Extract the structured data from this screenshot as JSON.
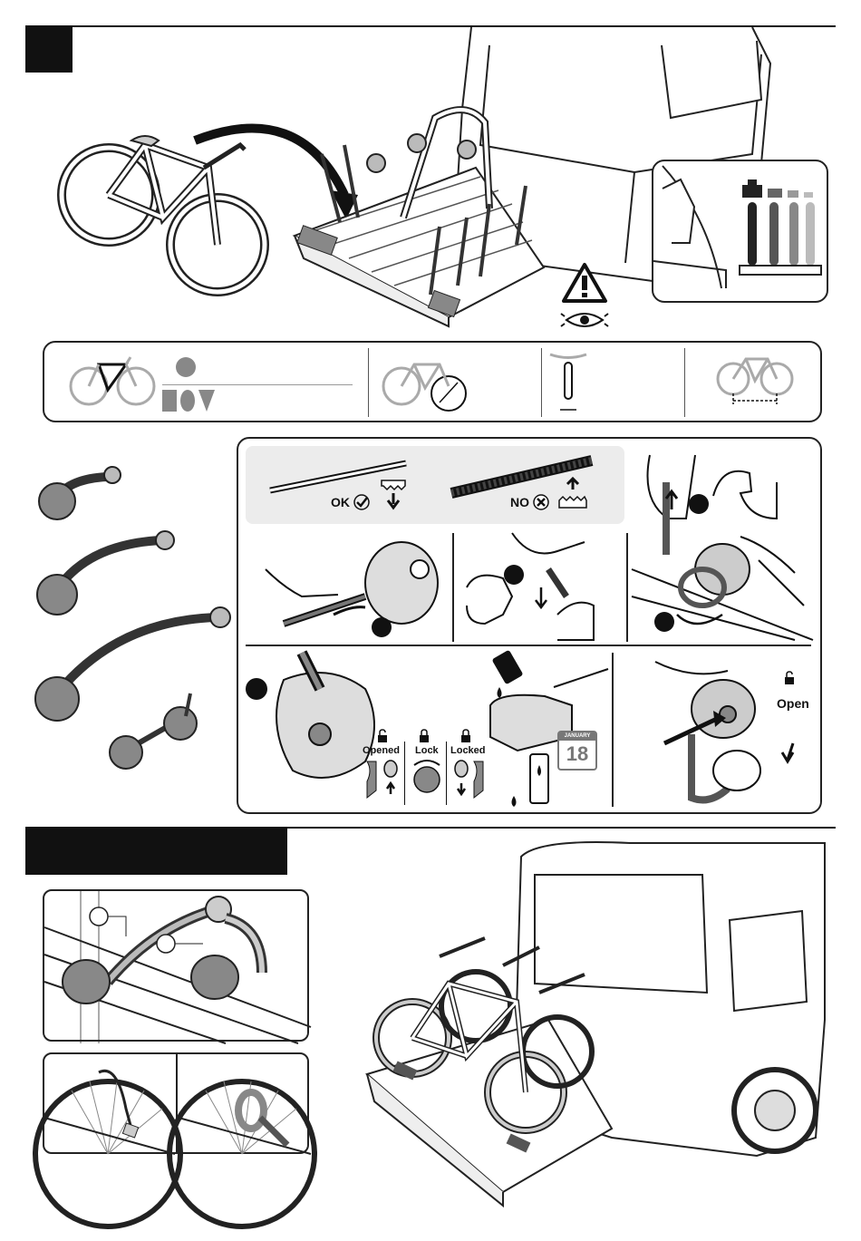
{
  "labels": {
    "ok": "OK",
    "no": "NO",
    "opened": "Opened",
    "lock": "Lock",
    "locked": "Locked",
    "open": "Open",
    "calendar_month": "JANUARY",
    "calendar_day": "18",
    "lube": "LUBE"
  },
  "colors": {
    "ink": "#111111",
    "frame_fill": "#e8e8e8",
    "weight_dark": "#333333",
    "weight_mid": "#888888",
    "weight_light": "#bbbbbb",
    "panel_fill": "#ececec"
  },
  "icons": [
    "warning-icon",
    "eye-icon",
    "bicycle-icon",
    "wheel-size-icon",
    "tire-width-icon",
    "wheelbase-icon",
    "padlock-open-icon",
    "padlock-closed-icon",
    "lubricant-icon",
    "calendar-icon",
    "muscle-arm-icon",
    "checkmark-icon",
    "cross-icon"
  ]
}
